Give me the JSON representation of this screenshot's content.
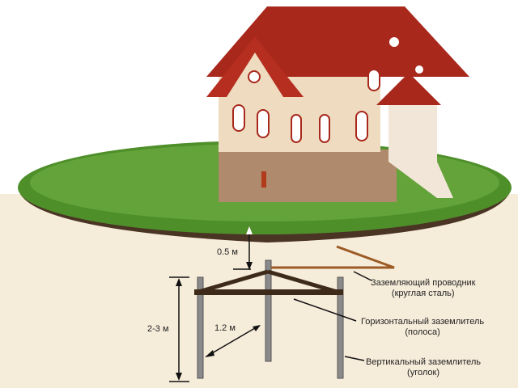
{
  "labels": {
    "depth": "0.5 м",
    "length": "2-3 м",
    "spacing": "1.2 м",
    "conductor": {
      "title": "Заземляющий проводник",
      "sub": "(круглая сталь)"
    },
    "horizontal": {
      "title": "Горизонтальный заземлитель",
      "sub": "(полоса)"
    },
    "vertical": {
      "title": "Вертикальный заземлитель",
      "sub": "(уголок)"
    }
  },
  "colors": {
    "background": "#f6ecda",
    "grass": "#4f8f2a",
    "soil": "#4a3424",
    "roof": "#a8281c",
    "wall": "#efdcc0",
    "strip": "#3e2a18",
    "conductor": "#9c5a24",
    "rod": "#8a8a8a"
  }
}
